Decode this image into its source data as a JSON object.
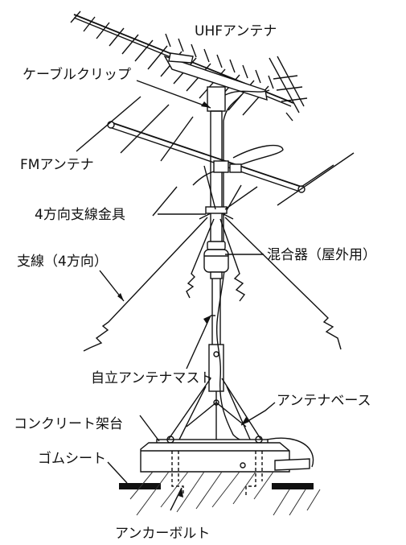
{
  "labels": {
    "uhf_antenna": "UHFアンテナ",
    "cable_clip": "ケーブルクリップ",
    "fm_antenna": "FMアンテナ",
    "guy_bracket": "4方向支線金具",
    "guy_wire": "支線（4方向）",
    "mixer": "混合器（屋外用）",
    "mast": "自立アンテナマスト",
    "antenna_base": "アンテナベース",
    "concrete_base": "コンクリート架台",
    "rubber_sheet": "ゴムシート",
    "anchor_bolt": "アンカーボルト"
  }
}
